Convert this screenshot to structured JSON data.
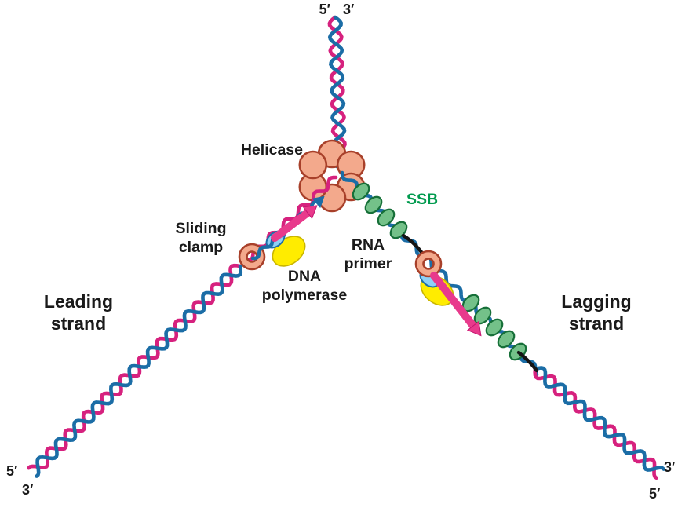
{
  "labels": {
    "top_end_5": "5′",
    "top_end_3": "3′",
    "helicase": "Helicase",
    "ssb": "SSB",
    "sliding_clamp": [
      "Sliding",
      "clamp"
    ],
    "dna_polymerase": [
      "DNA",
      "polymerase"
    ],
    "rna_primer": [
      "RNA",
      "primer"
    ],
    "leading_strand": [
      "Leading",
      "strand"
    ],
    "lagging_strand": [
      "Lagging",
      "strand"
    ],
    "bottom_left_5": "5′",
    "bottom_left_3": "3′",
    "bottom_right_3": "3′",
    "bottom_right_5": "5′"
  },
  "colors": {
    "parental_strand_pink": "#d6217e",
    "parental_strand_blue": "#1b6da6",
    "helicase_fill": "#f3a98c",
    "helicase_outline": "#a8402a",
    "ssb_fill": "#74c189",
    "ssb_outline": "#166f38",
    "ssb_label_green": "#009a4e",
    "sliding_clamp_fill": "#f3a98c",
    "polymerase_yellow": "#ffec00",
    "polymerase_blue": "#8fd0f5",
    "direction_arrow_pink": "#e83a8c",
    "rna_primer_black": "#151515",
    "label_text": "#1a1a1a",
    "background": "#ffffff"
  }
}
